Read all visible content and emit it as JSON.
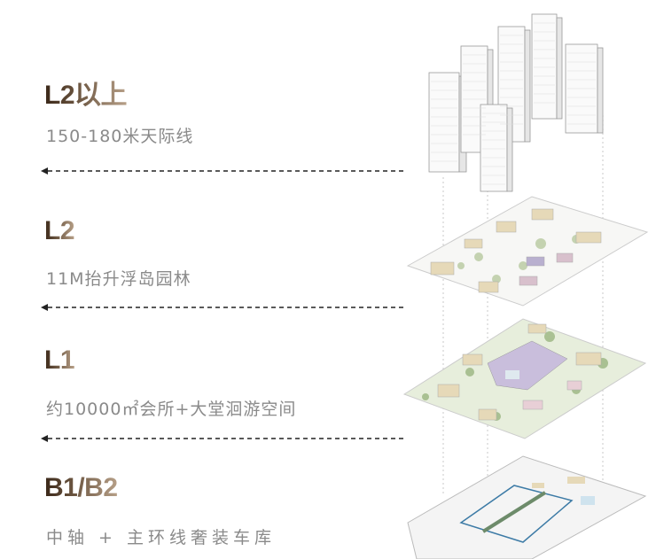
{
  "levels": [
    {
      "title": "L2以上",
      "subtitle": "150-180米天际线"
    },
    {
      "title": "L2",
      "subtitle": "11M抬升浮岛园林"
    },
    {
      "title": "L1",
      "subtitle": "约10000㎡会所+大堂洄游空间"
    },
    {
      "title": "B1/B2",
      "subtitle": "中轴 + 主环线奢装车库"
    }
  ],
  "colors": {
    "heading_dark": "#3a2718",
    "heading_light": "#b7a088",
    "subtitle": "#8a8a8a",
    "arrow": "#222222"
  }
}
